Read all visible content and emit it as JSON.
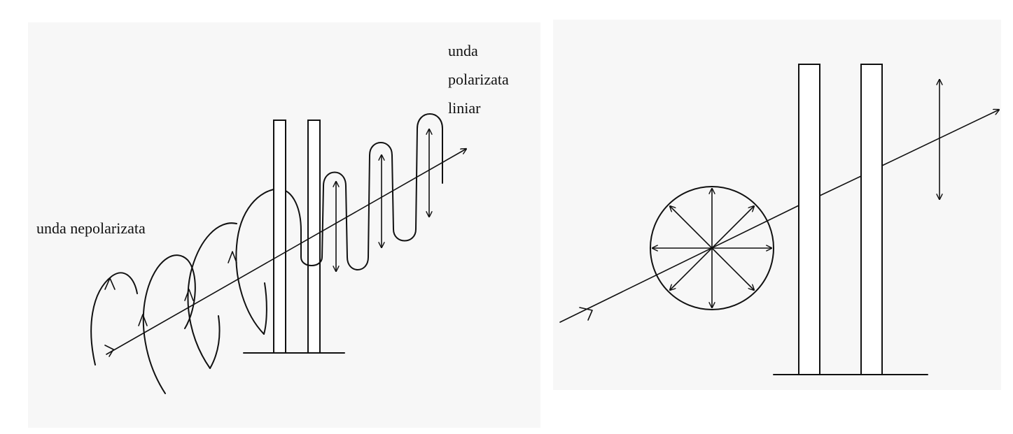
{
  "labels": {
    "unpolarized": "unda nepolarizata",
    "polarized_line1": "unda",
    "polarized_line2": "polarizata",
    "polarized_line3": "liniar"
  },
  "colors": {
    "background": "#ffffff",
    "ink": "#111111",
    "panel_background": "#f7f7f7"
  }
}
